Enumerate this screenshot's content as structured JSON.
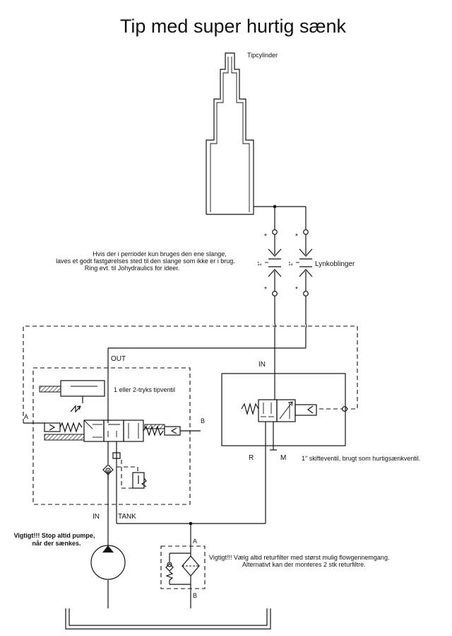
{
  "title": "Tip med super hurtig sænk",
  "labels": {
    "cylinder": "Tipcylinder",
    "hose_note": [
      "Hvis der i perrioder kun bruges den ene slange,",
      "laves et godt fastgørelses sted til den slange som ikke er i brug.",
      "Ring evt. til Johydraulics for ideer."
    ],
    "couplings": "Lynkoblinger",
    "star": "*",
    "inch": "1\"",
    "out": "OUT",
    "in_top": "IN",
    "tip_valve": "1 eller 2-tryks tipventil",
    "port_a_left": "A",
    "port_b_right": "B",
    "port_r": "R",
    "port_m": "M",
    "shift_valve": "1\" skifteventil, brugt som hurtigsænkventil.",
    "in_bottom": "IN",
    "tank": "TANK",
    "pump_warning": [
      "Vigtigt!!! Stop altid pumpe,",
      "når der sænkes."
    ],
    "filter_a": "A",
    "filter_b": "B",
    "filter_note": [
      "Vigtigt!!! Vælg altid returfilter med størst mulig flowgennemgang.",
      "Alternativt kan der monteres 2 stk returfiltre."
    ]
  }
}
